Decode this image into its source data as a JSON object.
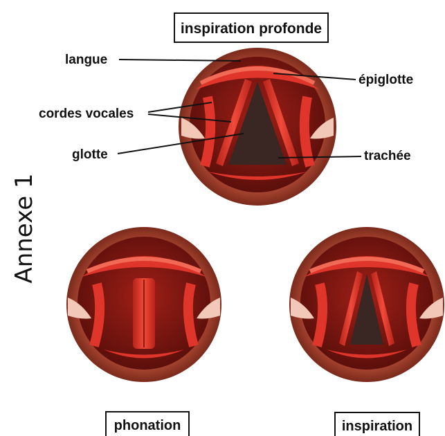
{
  "side_label": "Annexe 1",
  "panels": {
    "top": {
      "title": "inspiration profonde"
    },
    "bottom_left": {
      "title": "phonation"
    },
    "bottom_right": {
      "title": "inspiration"
    }
  },
  "labels": {
    "langue": "langue",
    "epiglotte": "épiglotte",
    "cordes_vocales": "cordes vocales",
    "glotte": "glotte",
    "trachee": "trachée"
  },
  "colors": {
    "outer_ring": "#b5452e",
    "tissue_red": "#e0352a",
    "tissue_dark": "#8e1a12",
    "airway": "#3a2622",
    "cartilage": "#f2c9b8"
  }
}
